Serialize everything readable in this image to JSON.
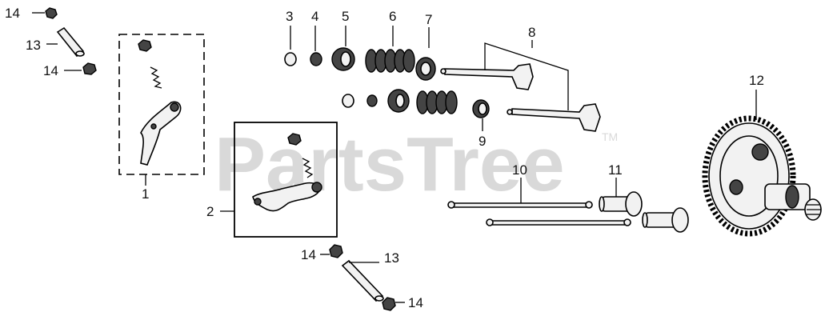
{
  "watermark": {
    "text": "PartsTree",
    "tm": "TM"
  },
  "callouts": {
    "c1": "1",
    "c2": "2",
    "c3": "3",
    "c4": "4",
    "c5": "5",
    "c6": "6",
    "c7": "7",
    "c8": "8",
    "c9": "9",
    "c10": "10",
    "c11": "11",
    "c12": "12",
    "c13a": "13",
    "c13b": "13",
    "c14a": "14",
    "c14b": "14",
    "c14c": "14",
    "c14d": "14"
  }
}
